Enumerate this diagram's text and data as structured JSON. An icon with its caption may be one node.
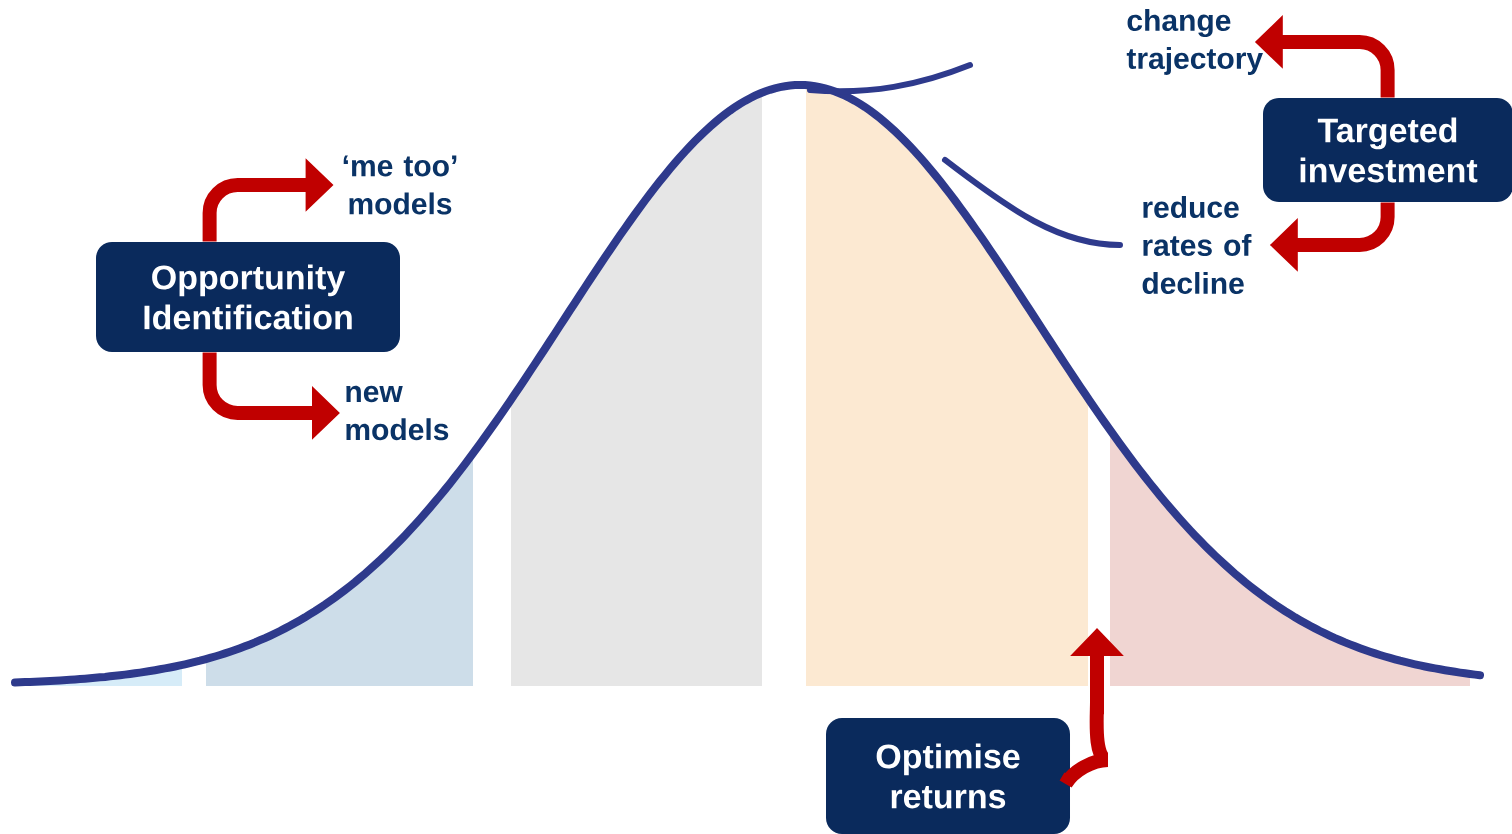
{
  "diagram": {
    "nodes": [
      {
        "text": [
          "Opportunity Identification"
        ]
      },
      {
        "text": [
          "‘me too’ models"
        ]
      },
      {
        "text": [
          "new models"
        ]
      },
      {
        "text": [
          "Targeted investment"
        ]
      },
      {
        "text": [
          "change trajectory"
        ]
      },
      {
        "text": [
          "reduce rates of decline"
        ]
      },
      {
        "text": [
          "Optimise returns"
        ]
      }
    ],
    "edges": [
      {
        "from": 0,
        "to": 1,
        "arrow": "to"
      },
      {
        "from": 0,
        "to": 2,
        "arrow": "to"
      },
      {
        "from": 3,
        "to": 4,
        "arrow": "to"
      },
      {
        "from": 3,
        "to": 5,
        "arrow": "to"
      },
      {
        "from": 6,
        "to": null,
        "arrow": "to"
      }
    ]
  }
}
